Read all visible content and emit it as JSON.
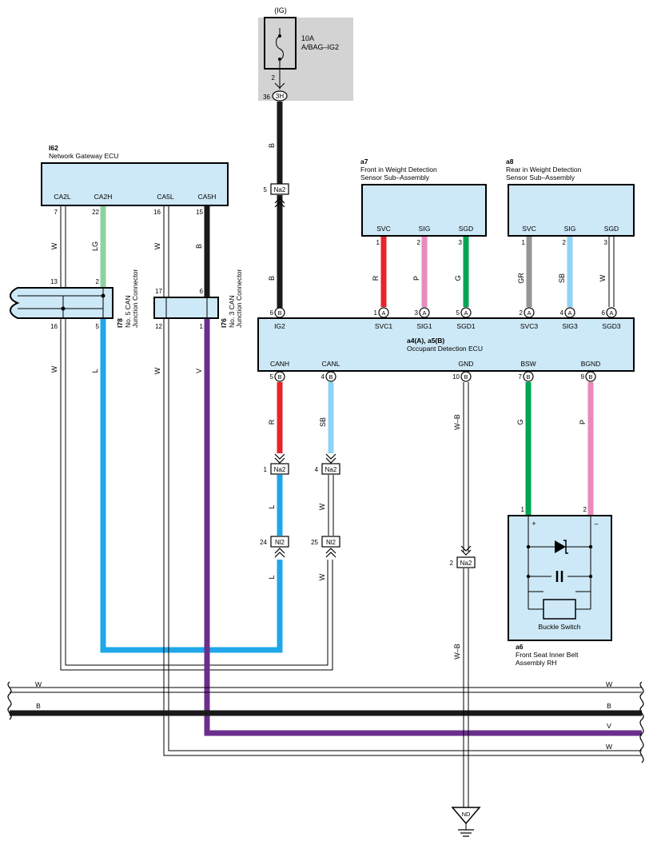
{
  "fuse": {
    "source": "(IG)",
    "rating": "10A",
    "name": "A/BAG–IG2",
    "pin": "2",
    "conn_num": "36",
    "conn_id": "3H"
  },
  "gateway": {
    "code": "I62",
    "name": "Network Gateway ECU",
    "pins": {
      "ca2l": "CA2L",
      "ca2h": "CA2H",
      "ca5l": "CA5L",
      "ca5h": "CA5H"
    },
    "nums": {
      "ca2l": "7",
      "ca2h": "22",
      "ca5l": "16",
      "ca5h": "15"
    }
  },
  "jc5": {
    "code": "I78",
    "line1": "No. 5 CAN",
    "line2": "Junction Connector",
    "top_l": "13",
    "top_r": "2",
    "bot_l": "16",
    "bot_r": "5"
  },
  "jc3": {
    "code": "I76",
    "line1": "No. 3 CAN",
    "line2": "Junction Connector",
    "top_l": "17",
    "top_r": "6",
    "bot_l": "12",
    "bot_r": "1"
  },
  "a7": {
    "code": "a7",
    "line1": "Front in Weight Detection",
    "line2": "Sensor Sub–Assembly",
    "pins": [
      "SVC",
      "SIG",
      "SGD"
    ],
    "nums": [
      "1",
      "2",
      "3"
    ]
  },
  "a8": {
    "code": "a8",
    "line1": "Rear in Weight Detection",
    "line2": "Sensor Sub–Assembly",
    "pins": [
      "SVC",
      "SIG",
      "SGD"
    ],
    "nums": [
      "1",
      "2",
      "3"
    ]
  },
  "ecu": {
    "code": "a4(A), a5(B)",
    "name": "Occupant Detection ECU",
    "top": [
      {
        "num": "6",
        "conn": "B",
        "label": "IG2"
      },
      {
        "num": "1",
        "conn": "A",
        "label": "SVC1"
      },
      {
        "num": "3",
        "conn": "A",
        "label": "SIG1"
      },
      {
        "num": "5",
        "conn": "A",
        "label": "SGD1"
      },
      {
        "num": "2",
        "conn": "A",
        "label": "SVC3"
      },
      {
        "num": "4",
        "conn": "A",
        "label": "SIG3"
      },
      {
        "num": "6",
        "conn": "A",
        "label": "SGD3"
      }
    ],
    "bottom": [
      {
        "num": "5",
        "conn": "B",
        "label": "CANH"
      },
      {
        "num": "4",
        "conn": "B",
        "label": "CANL"
      },
      {
        "num": "10",
        "conn": "B",
        "label": "GND"
      },
      {
        "num": "7",
        "conn": "B",
        "label": "BSW"
      },
      {
        "num": "9",
        "conn": "B",
        "label": "BGND"
      }
    ]
  },
  "splices": {
    "s1": {
      "num": "5",
      "id": "Na2"
    },
    "s2": {
      "num": "1",
      "id": "Na2"
    },
    "s3": {
      "num": "4",
      "id": "Na2"
    },
    "s4": {
      "num": "24",
      "id": "Nl2"
    },
    "s5": {
      "num": "25",
      "id": "Nl2"
    },
    "s6": {
      "num": "2",
      "id": "Na2"
    }
  },
  "buckle": {
    "code": "a6",
    "line1": "Front Seat Inner Belt",
    "line2": "Assembly RH",
    "switch": "Buckle Switch",
    "plus": "+",
    "minus": "–",
    "pin1": "1",
    "pin2": "2"
  },
  "ground": {
    "label": "ND"
  },
  "bus": {
    "lines": [
      "W",
      "B",
      "V",
      "W"
    ]
  },
  "wire_colors": {
    "fuse_out": "B",
    "gw_ca2l": "W",
    "gw_ca2h": "LG",
    "gw_ca5l": "W",
    "gw_ca5h": "B",
    "ig2_upper": "B",
    "ig2_lower": "B",
    "a7_svc": "R",
    "a7_sig": "P",
    "a7_sgd": "G",
    "a8_svc": "GR",
    "a8_sig": "SB",
    "a8_sgd": "W",
    "jc5_w": "W",
    "jc5_l": "L",
    "jc3_w": "W",
    "jc3_v": "V",
    "canh_r": "R",
    "canl_sb": "SB",
    "canh_l": "L",
    "canl_w": "W",
    "canh_l2": "L",
    "canl_w2": "W",
    "gnd_wb": "W–B",
    "gnd_wb2": "W–B",
    "bsw_g": "G",
    "bgnd_p": "P"
  },
  "colors": {
    "box_fill": "#cde8f6",
    "fuse_bg": "#d3d3d3",
    "red": "#e8232b",
    "pink": "#e98bbb",
    "green": "#00a651",
    "gray": "#939598",
    "sky": "#8fd3f5",
    "blue": "#1ea7e9",
    "lightgreen": "#8fd19e",
    "violet": "#6a2f8c",
    "black": "#1a1a1a"
  }
}
